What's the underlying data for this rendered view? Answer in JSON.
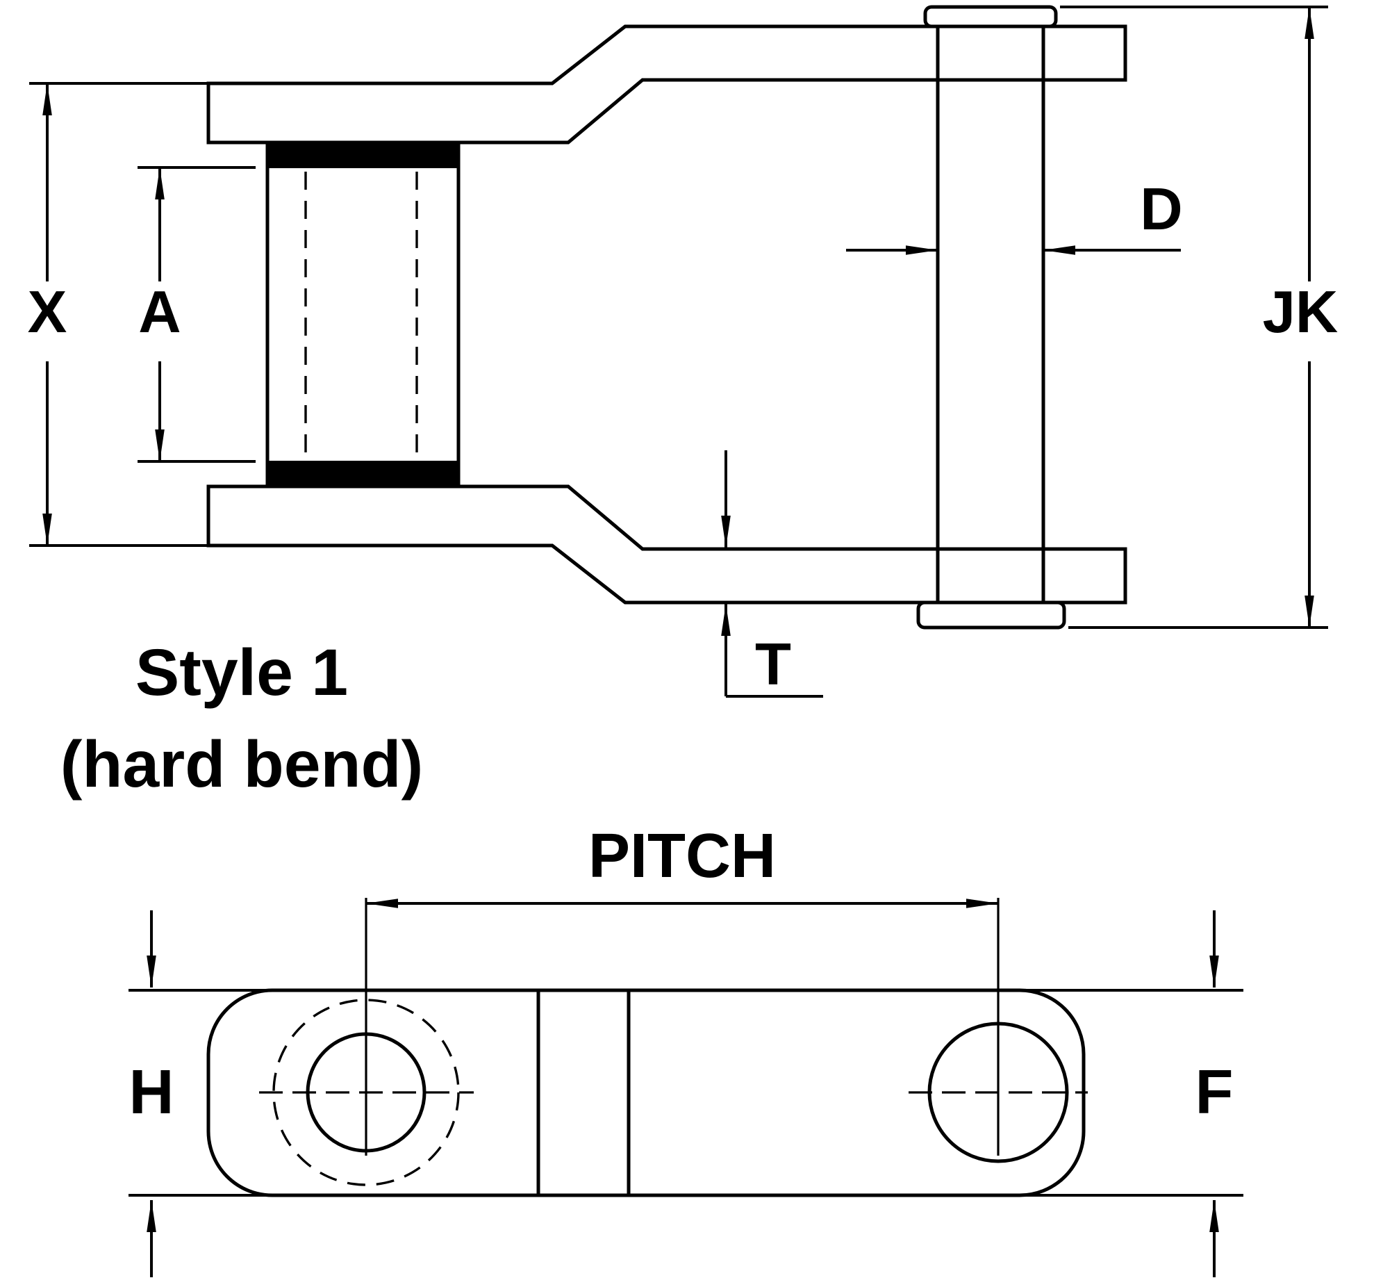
{
  "page": {
    "background_color": "#ffffff",
    "line_color": "#000000",
    "content": "Engineering dimension drawing of an offset chain link"
  },
  "side_view": {
    "caption_line1": "Style 1",
    "caption_line2": "(hard bend)",
    "dim_overall_height_left": "X",
    "dim_roller_width": "A",
    "dim_pin_diameter": "D",
    "dim_overall_height_right": "JK",
    "dim_plate_thickness": "T"
  },
  "plan_view": {
    "dim_pitch": "PITCH",
    "dim_left_end_height": "H",
    "dim_right_end_height": "F"
  }
}
